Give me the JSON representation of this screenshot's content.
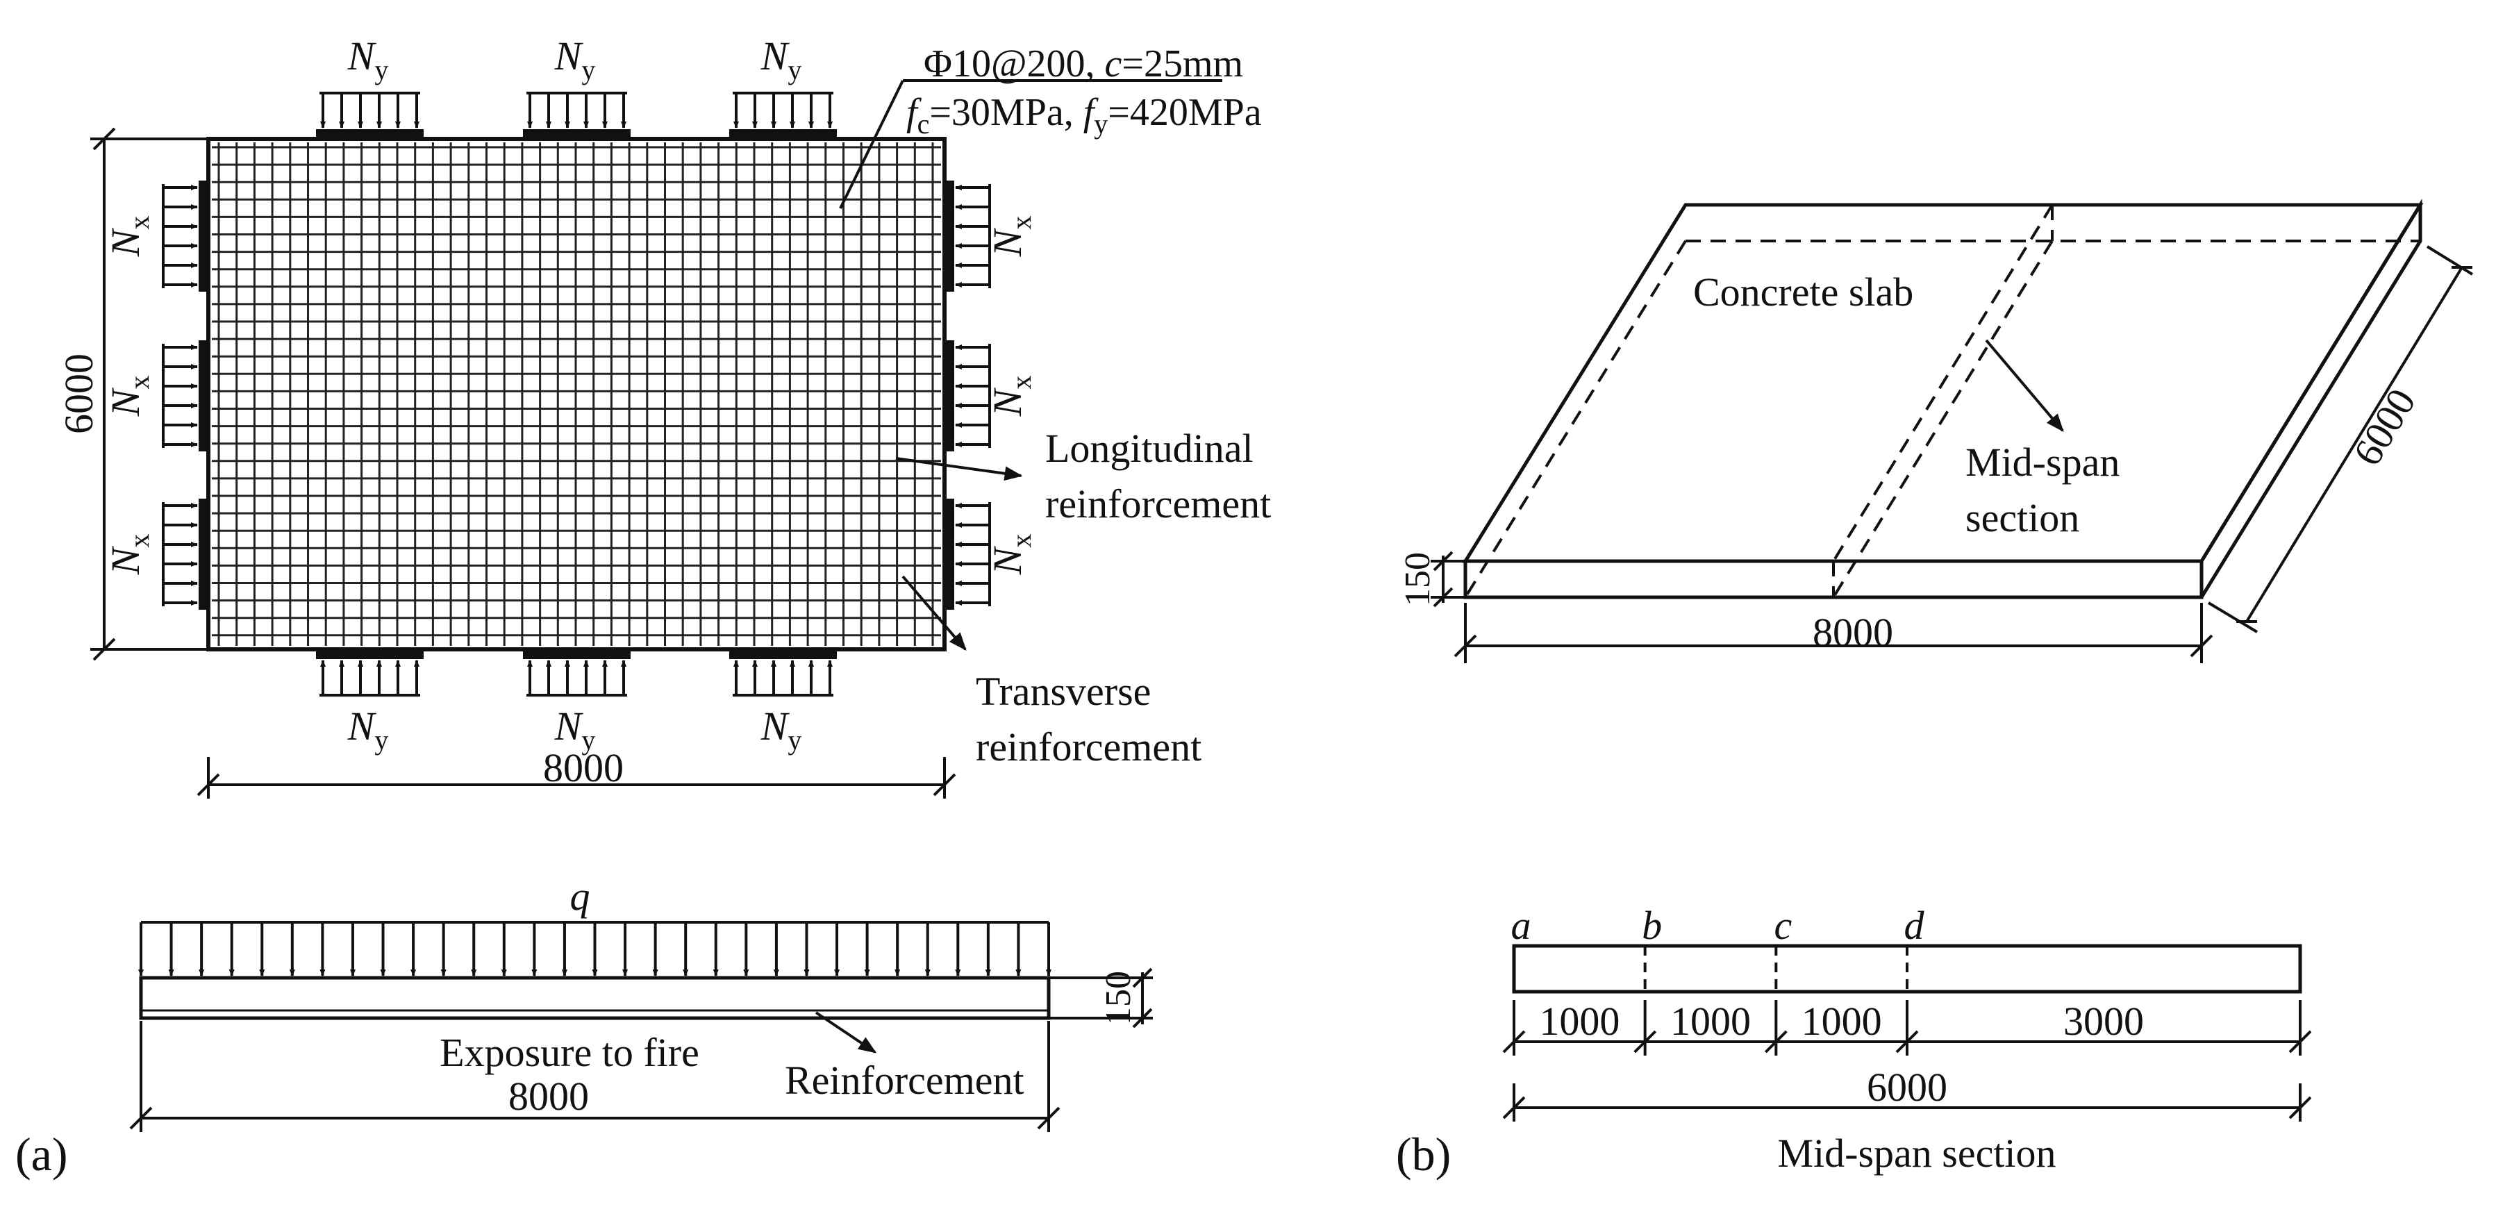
{
  "panel_a": {
    "label": "(a)",
    "loads": {
      "ny": "N",
      "ny_sub": "y",
      "nx": "N",
      "nx_sub": "x",
      "q": "q"
    },
    "rebar_spec": {
      "phi": "Φ",
      "line1_rest": "10@200, ",
      "c": "c",
      "c_rest": "=25mm",
      "fc": "f",
      "fc_sub": "c",
      "fc_rest": "=30MPa, ",
      "fy": "f",
      "fy_sub": "y",
      "fy_rest": "=420MPa"
    },
    "longitudinal_label": [
      "Longitudinal",
      "reinforcement"
    ],
    "transverse_label": [
      "Transverse",
      "reinforcement"
    ],
    "dim_width": "8000",
    "dim_height": "6000",
    "elevation": {
      "thickness": "150",
      "fire_label": "Exposure to fire",
      "length": "8000",
      "reinforcement_label": "Reinforcement"
    }
  },
  "panel_b": {
    "label": "(b)",
    "slab_label": "Concrete slab",
    "midspan_label": [
      "Mid-span",
      "section"
    ],
    "dim_thickness": "150",
    "dim_length": "8000",
    "dim_width": "6000",
    "section": {
      "points": [
        "a",
        "b",
        "c",
        "d"
      ],
      "segments": [
        "1000",
        "1000",
        "1000",
        "3000"
      ],
      "total": "6000",
      "caption": "Mid-span section"
    }
  }
}
